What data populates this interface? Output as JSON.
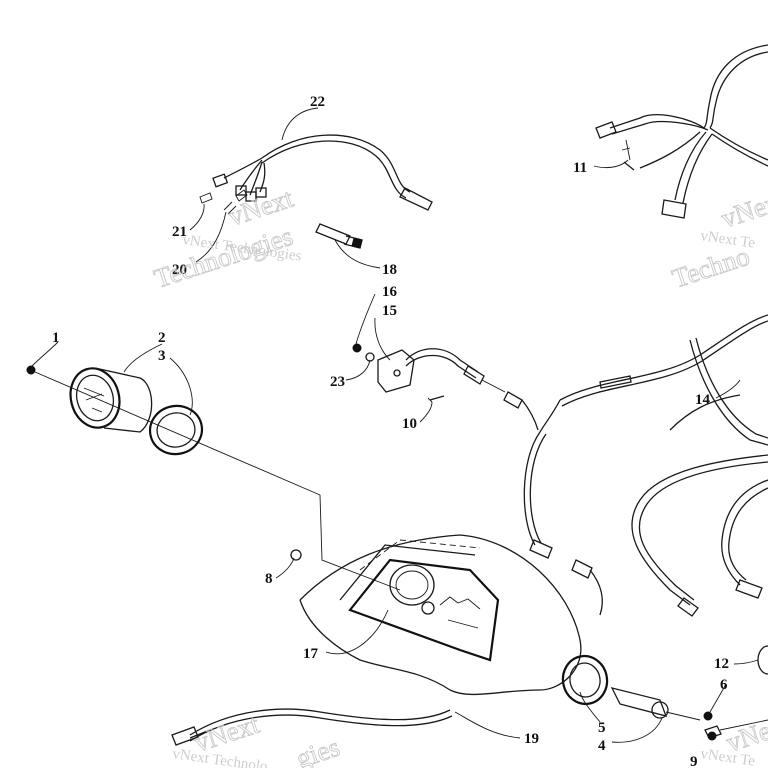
{
  "diagram": {
    "callouts": [
      {
        "id": "c1",
        "label": "1"
      },
      {
        "id": "c2",
        "label": "2"
      },
      {
        "id": "c3",
        "label": "3"
      },
      {
        "id": "c4",
        "label": "4"
      },
      {
        "id": "c5",
        "label": "5"
      },
      {
        "id": "c6",
        "label": "6"
      },
      {
        "id": "c8",
        "label": "8"
      },
      {
        "id": "c10",
        "label": "10"
      },
      {
        "id": "c11",
        "label": "11"
      },
      {
        "id": "c12",
        "label": "12"
      },
      {
        "id": "c14",
        "label": "14"
      },
      {
        "id": "c15",
        "label": "15"
      },
      {
        "id": "c16",
        "label": "16"
      },
      {
        "id": "c17",
        "label": "17"
      },
      {
        "id": "c18",
        "label": "18"
      },
      {
        "id": "c19",
        "label": "19"
      },
      {
        "id": "c20",
        "label": "20"
      },
      {
        "id": "c21",
        "label": "21"
      },
      {
        "id": "c22",
        "label": "22"
      },
      {
        "id": "c23",
        "label": "23"
      },
      {
        "id": "c9",
        "label": "9"
      }
    ]
  }
}
